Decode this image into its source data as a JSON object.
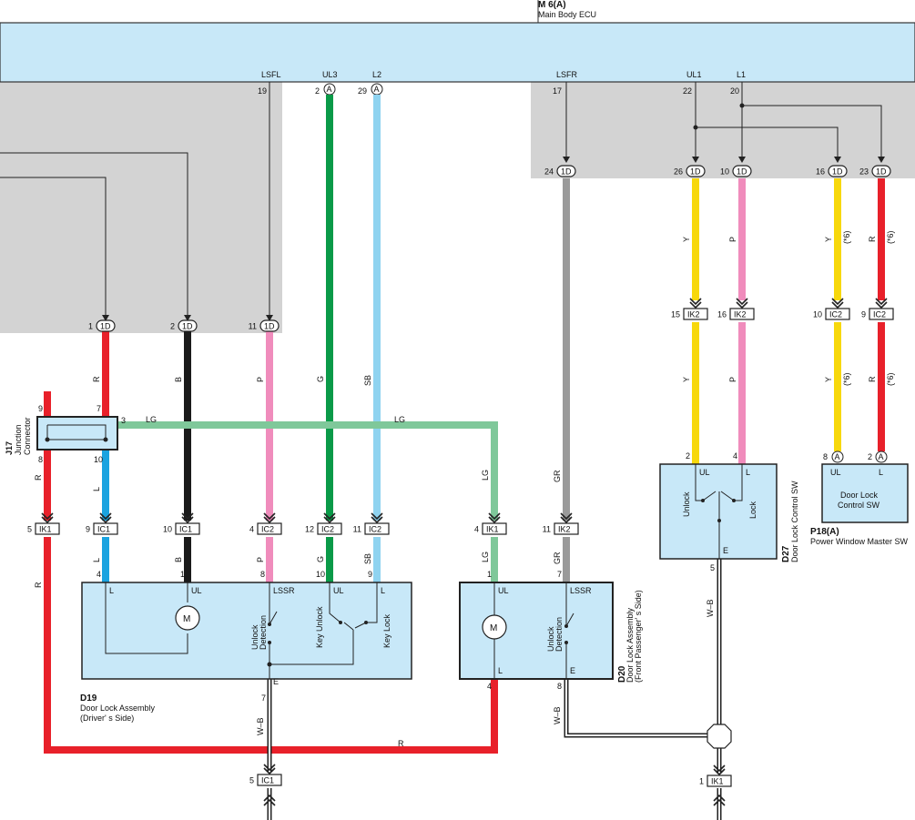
{
  "ecu": {
    "code": "M 6(A)",
    "name": "Main Body ECU"
  },
  "ecu_pins": {
    "lsfl": {
      "name": "LSFL",
      "num": "19"
    },
    "ul3": {
      "name": "UL3",
      "num": "2",
      "conn": "A"
    },
    "l2": {
      "name": "L2",
      "num": "29",
      "conn": "A"
    },
    "lsfr": {
      "name": "LSFR",
      "num": "17"
    },
    "ul1": {
      "name": "UL1",
      "num": "22"
    },
    "l1": {
      "name": "L1",
      "num": "20"
    }
  },
  "connectors_1d": {
    "c1": {
      "num": "1",
      "label": "1D"
    },
    "c2": {
      "num": "2",
      "label": "1D"
    },
    "c11": {
      "num": "11",
      "label": "1D"
    },
    "c24": {
      "num": "24",
      "label": "1D"
    },
    "c26": {
      "num": "26",
      "label": "1D"
    },
    "c10": {
      "num": "10",
      "label": "1D"
    },
    "c16": {
      "num": "16",
      "label": "1D"
    },
    "c23": {
      "num": "23",
      "label": "1D"
    }
  },
  "wire_colors": {
    "r": "R",
    "b": "B",
    "p": "P",
    "g": "G",
    "sb": "SB",
    "lg": "LG",
    "l": "L",
    "gr": "GR",
    "y": "Y",
    "wb": "W–B",
    "note6": "(*6)"
  },
  "colors": {
    "red": "#e8202a",
    "black": "#1a1a1a",
    "pink": "#f08cbc",
    "green": "#0a9a48",
    "sky": "#8fd3f0",
    "lightgreen": "#7fc89a",
    "blue": "#1aa3e0",
    "gray": "#9a9a9a",
    "yellow": "#f7d80c",
    "component_fill": "#c8e8f8",
    "ecu_fill": "#c8e8f8",
    "shade": "#d3d3d3"
  },
  "junction": {
    "code": "J17",
    "name1": "Junction",
    "name2": "Connector",
    "pin9": "9",
    "pin7": "7",
    "pin3": "3",
    "pin8": "8",
    "pin10": "10"
  },
  "inline_connectors": {
    "ik1_a": {
      "num": "5",
      "label": "IK1"
    },
    "ic1_a": {
      "num": "9",
      "label": "IC1"
    },
    "ic1_b": {
      "num": "10",
      "label": "IC1"
    },
    "ic2_a": {
      "num": "4",
      "label": "IC2"
    },
    "ic2_b": {
      "num": "12",
      "label": "IC2"
    },
    "ic2_c": {
      "num": "11",
      "label": "IC2"
    },
    "ik1_b": {
      "num": "4",
      "label": "IK1"
    },
    "ik2_a": {
      "num": "11",
      "label": "IK2"
    },
    "ik2_b": {
      "num": "15",
      "label": "IK2"
    },
    "ik2_c": {
      "num": "16",
      "label": "IK2"
    },
    "ic2_d": {
      "num": "10",
      "label": "IC2"
    },
    "ic2_e": {
      "num": "9",
      "label": "IC2"
    },
    "ic1_c": {
      "num": "5",
      "label": "IC1"
    },
    "ik1_c": {
      "num": "1",
      "label": "IK1"
    }
  },
  "d19": {
    "code": "D19",
    "name1": "Door Lock Assembly",
    "name2": "(Driver' s Side)",
    "pins": {
      "p4": "4",
      "p1": "1",
      "p8": "8",
      "p10": "10",
      "p9": "9",
      "p7": "7"
    },
    "terms": {
      "l": "L",
      "ul": "UL",
      "lssr": "LSSR",
      "ul2": "UL",
      "l2": "L",
      "e": "E"
    },
    "motor": "M",
    "sw1a": "Unlock",
    "sw1b": "Detection",
    "sw2": "Key Unlock",
    "sw3": "Key Lock"
  },
  "d20": {
    "code": "D20",
    "name1": "Door Lock Assembly",
    "name2": "(Front Passenger' s Side)",
    "pins": {
      "p1": "1",
      "p7": "7",
      "p4": "4",
      "p8": "8"
    },
    "terms": {
      "ul": "UL",
      "lssr": "LSSR",
      "l": "L",
      "e": "E"
    },
    "motor": "M",
    "sw1a": "Unlock",
    "sw1b": "Detection"
  },
  "d27": {
    "code": "D27",
    "name": "Door Lock Control SW",
    "pins": {
      "p2": "2",
      "p4": "4",
      "p5": "5"
    },
    "terms": {
      "ul": "UL",
      "l": "L",
      "e": "E"
    },
    "sw_unlock": "Unlock",
    "sw_lock": "Lock"
  },
  "p18": {
    "code": "P18(A)",
    "name": "Power Window Master SW",
    "box1": "Door Lock",
    "box2": "Control SW",
    "pins": {
      "p8": "8",
      "p2": "2",
      "conn": "A"
    },
    "terms": {
      "ul": "UL",
      "l": "L"
    }
  }
}
